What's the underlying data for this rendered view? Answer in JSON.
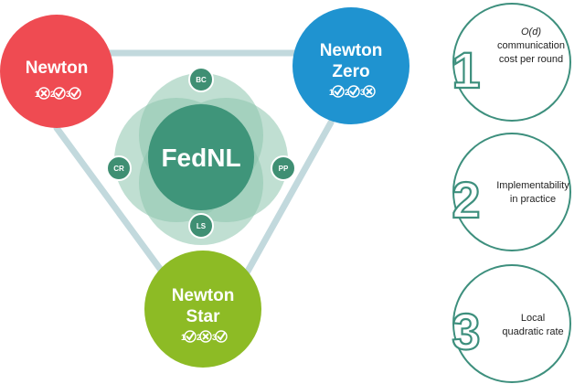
{
  "center": {
    "label": "FedNL"
  },
  "satellites": [
    {
      "id": "bc",
      "label": "BC"
    },
    {
      "id": "cr",
      "label": "CR"
    },
    {
      "id": "pp",
      "label": "PP"
    },
    {
      "id": "ls",
      "label": "LS"
    }
  ],
  "methods": [
    {
      "id": "newton",
      "line1": "Newton",
      "line2": "",
      "color": "#ef4b52",
      "badges": [
        {
          "n": "1",
          "ok": false
        },
        {
          "n": "2",
          "ok": true
        },
        {
          "n": "3",
          "ok": true
        }
      ]
    },
    {
      "id": "newton-zero",
      "line1": "Newton",
      "line2": "Zero",
      "color": "#1f93d0",
      "badges": [
        {
          "n": "1",
          "ok": true
        },
        {
          "n": "2",
          "ok": true
        },
        {
          "n": "3",
          "ok": false
        }
      ]
    },
    {
      "id": "newton-star",
      "line1": "Newton",
      "line2": "Star",
      "color": "#8dbb25",
      "badges": [
        {
          "n": "1",
          "ok": true
        },
        {
          "n": "2",
          "ok": false
        },
        {
          "n": "3",
          "ok": true
        }
      ]
    }
  ],
  "properties": [
    {
      "number": "1",
      "lines": [
        "O(d)",
        "communication",
        "cost per round"
      ]
    },
    {
      "number": "2",
      "lines": [
        "Implementability",
        "in practice"
      ]
    },
    {
      "number": "3",
      "lines": [
        "Local",
        "quadratic rate"
      ]
    }
  ],
  "colors": {
    "connector": "#c2d9dd",
    "venn_outer": "#8cc4ad",
    "venn_inner": "#3f957a",
    "satellite": "#3f8f73",
    "property_ring": "#3d8f7d"
  }
}
